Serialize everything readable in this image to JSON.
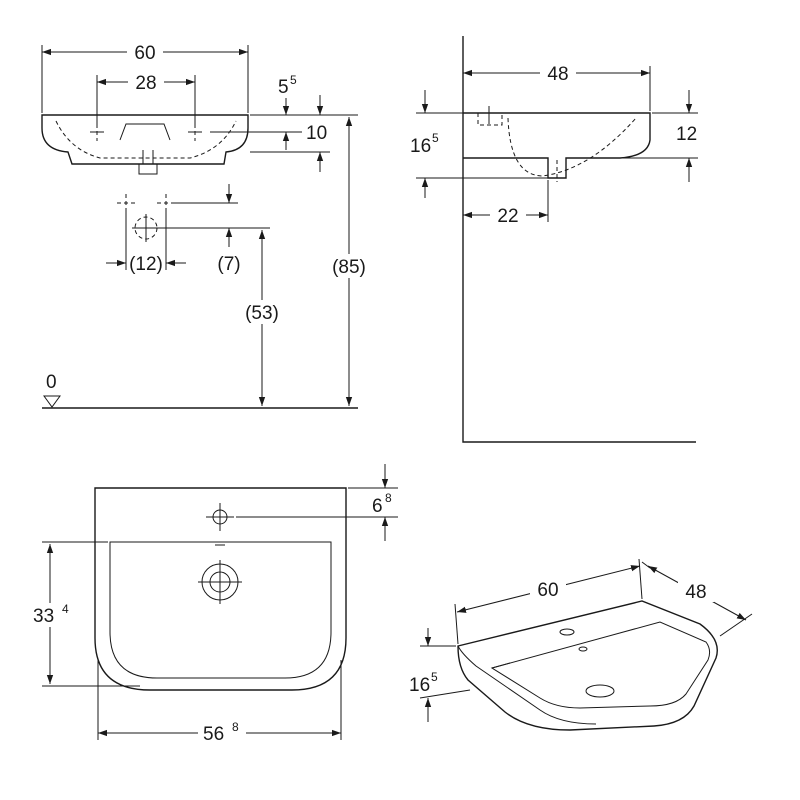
{
  "dimensions": {
    "front_width": "60",
    "front_hole_spacing": "28",
    "front_rim_base": "5",
    "front_rim_sup": "5",
    "front_rim_height": "10",
    "front_conn_spacing": "(12)",
    "front_conn_drop": "(7)",
    "front_waste_height": "(53)",
    "front_total_height": "(85)",
    "floor_level": "0",
    "side_depth": "48",
    "side_height_base": "16",
    "side_height_sup": "5",
    "side_rim": "12",
    "side_waste_offset": "22",
    "top_tap_offset_base": "6",
    "top_tap_offset_sup": "8",
    "top_bowl_depth_base": "33",
    "top_bowl_depth_sup": "4",
    "top_bowl_width_base": "56",
    "top_bowl_width_sup": "8",
    "iso_width": "60",
    "iso_depth": "48",
    "iso_height_base": "16",
    "iso_height_sup": "5"
  }
}
